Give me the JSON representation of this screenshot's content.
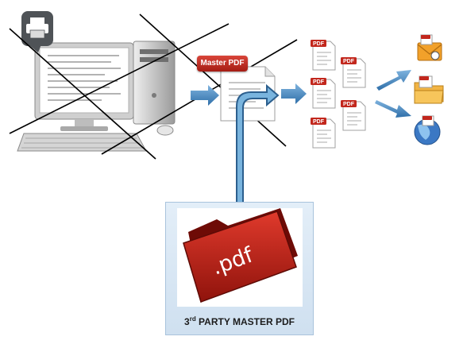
{
  "diagram": {
    "master_label": "Master PDF",
    "file_badge": "PDF",
    "source": {
      "caption_prefix": "3",
      "caption_superscript": "rd",
      "caption_suffix": " PARTY MASTER PDF",
      "folder_label": ".pdf"
    },
    "outputs": [
      "email-icon",
      "folder-icon",
      "globe-icon"
    ],
    "colors": {
      "arrow": "#4c8fc7",
      "cross_lines": "#000000",
      "pdf_red": "#c2271d",
      "card_border": "#a9c3dc"
    }
  }
}
